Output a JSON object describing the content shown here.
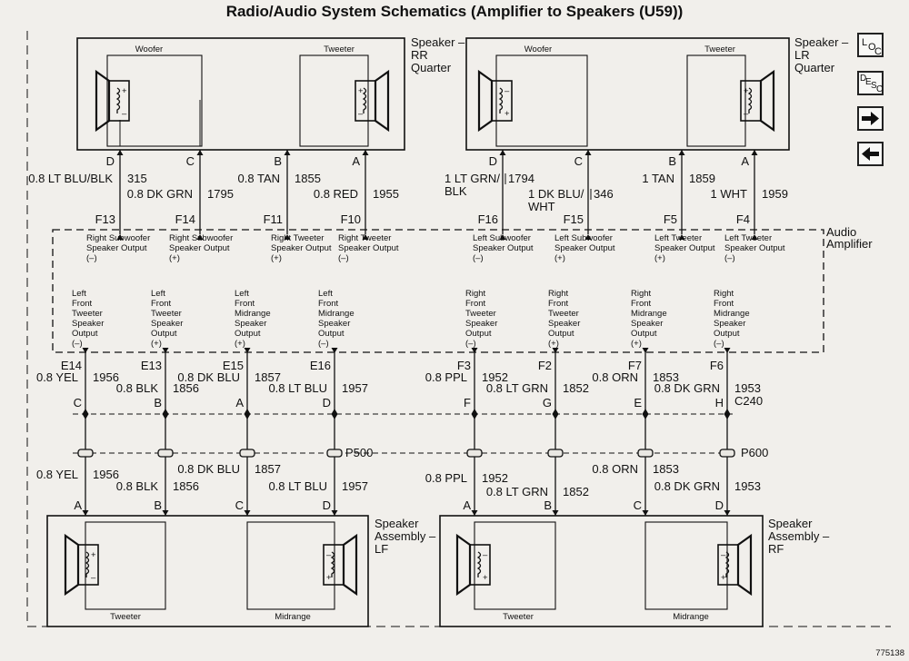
{
  "title": "Radio/Audio System Schematics (Amplifier to Speakers (U59))",
  "figure_number": "775138",
  "nav": {
    "loc": "LOC",
    "desc": "DESC"
  },
  "components": {
    "rr": {
      "label": [
        "Speaker –",
        "RR",
        "Quarter"
      ],
      "woofer": "Woofer",
      "tweeter": "Tweeter"
    },
    "lr": {
      "label": [
        "Speaker –",
        "LR",
        "Quarter"
      ],
      "woofer": "Woofer",
      "tweeter": "Tweeter"
    },
    "amp": {
      "label": [
        "Audio",
        "Amplifier"
      ]
    },
    "lf": {
      "label": [
        "Speaker",
        "Assembly –",
        "LF"
      ],
      "tweeter": "Tweeter",
      "midrange": "Midrange"
    },
    "rf": {
      "label": [
        "Speaker",
        "Assembly –",
        "RF"
      ],
      "tweeter": "Tweeter",
      "midrange": "Midrange"
    }
  },
  "top_wires": [
    {
      "pin": "D",
      "amp_pin": "F13",
      "color": "0.8 LT BLU/BLK",
      "circuit": "315"
    },
    {
      "pin": "C",
      "amp_pin": "F14",
      "color": "0.8 DK GRN",
      "circuit": "1795"
    },
    {
      "pin": "B",
      "amp_pin": "F11",
      "color": "0.8 TAN",
      "circuit": "1855"
    },
    {
      "pin": "A",
      "amp_pin": "F10",
      "color": "0.8 RED",
      "circuit": "1955"
    },
    {
      "pin": "D",
      "amp_pin": "F16",
      "color": [
        "1 LT GRN/",
        "BLK"
      ],
      "circuit": "1794"
    },
    {
      "pin": "C",
      "amp_pin": "F15",
      "color": [
        "1 DK BLU/",
        "WHT"
      ],
      "circuit": "346"
    },
    {
      "pin": "B",
      "amp_pin": "F5",
      "color": "1 TAN",
      "circuit": "1859"
    },
    {
      "pin": "A",
      "amp_pin": "F4",
      "color": "1 WHT",
      "circuit": "1959"
    }
  ],
  "top_outputs": [
    [
      "Right Subwoofer",
      "Speaker Output",
      "(–)"
    ],
    [
      "Right Subwoofer",
      "Speaker Output",
      "(+)"
    ],
    [
      "Right Tweeter",
      "Speaker Output",
      "(+)"
    ],
    [
      "Right Tweeter",
      "Speaker Output",
      "(–)"
    ],
    [
      "Left Subwoofer",
      "Speaker Output",
      "(–)"
    ],
    [
      "Left Subwoofer",
      "Speaker Output",
      "(+)"
    ],
    [
      "Left Tweeter",
      "Speaker Output",
      "(+)"
    ],
    [
      "Left Tweeter",
      "Speaker Output",
      "(–)"
    ]
  ],
  "bottom_outputs": [
    [
      "Left",
      "Front",
      "Tweeter",
      "Speaker",
      "Output",
      "(–)"
    ],
    [
      "Left",
      "Front",
      "Tweeter",
      "Speaker",
      "Output",
      "(+)"
    ],
    [
      "Left",
      "Front",
      "Midrange",
      "Speaker",
      "Output",
      "(+)"
    ],
    [
      "Left",
      "Front",
      "Midrange",
      "Speaker",
      "Output",
      "(–)"
    ],
    [
      "Right",
      "Front",
      "Tweeter",
      "Speaker",
      "Output",
      "(–)"
    ],
    [
      "Right",
      "Front",
      "Tweeter",
      "Speaker",
      "Output",
      "(+)"
    ],
    [
      "Right",
      "Front",
      "Midrange",
      "Speaker",
      "Output",
      "(+)"
    ],
    [
      "Right",
      "Front",
      "Midrange",
      "Speaker",
      "Output",
      "(–)"
    ]
  ],
  "bottom_wires": [
    {
      "amp_pin": "E14",
      "c240_pin": "C",
      "color": "0.8 YEL",
      "circuit": "1956",
      "spk_pin": "A"
    },
    {
      "amp_pin": "E13",
      "c240_pin": "B",
      "color": "0.8 BLK",
      "circuit": "1856",
      "spk_pin": "B"
    },
    {
      "amp_pin": "E15",
      "c240_pin": "A",
      "color": "0.8 DK BLU",
      "circuit": "1857",
      "spk_pin": "C"
    },
    {
      "amp_pin": "E16",
      "c240_pin": "D",
      "color": "0.8 LT BLU",
      "circuit": "1957",
      "spk_pin": "D"
    },
    {
      "amp_pin": "F3",
      "c240_pin": "F",
      "color": "0.8 PPL",
      "circuit": "1952",
      "spk_pin": "A"
    },
    {
      "amp_pin": "F2",
      "c240_pin": "G",
      "color": "0.8 LT GRN",
      "circuit": "1852",
      "spk_pin": "B"
    },
    {
      "amp_pin": "F7",
      "c240_pin": "E",
      "color": "0.8 ORN",
      "circuit": "1853",
      "spk_pin": "C"
    },
    {
      "amp_pin": "F6",
      "c240_pin": "H",
      "color": "0.8 DK GRN",
      "circuit": "1953",
      "spk_pin": "D"
    }
  ],
  "connectors": {
    "c240": "C240",
    "p500": "P500",
    "p600": "P600"
  },
  "symbols": {
    "plus": "+",
    "minus": "–"
  }
}
